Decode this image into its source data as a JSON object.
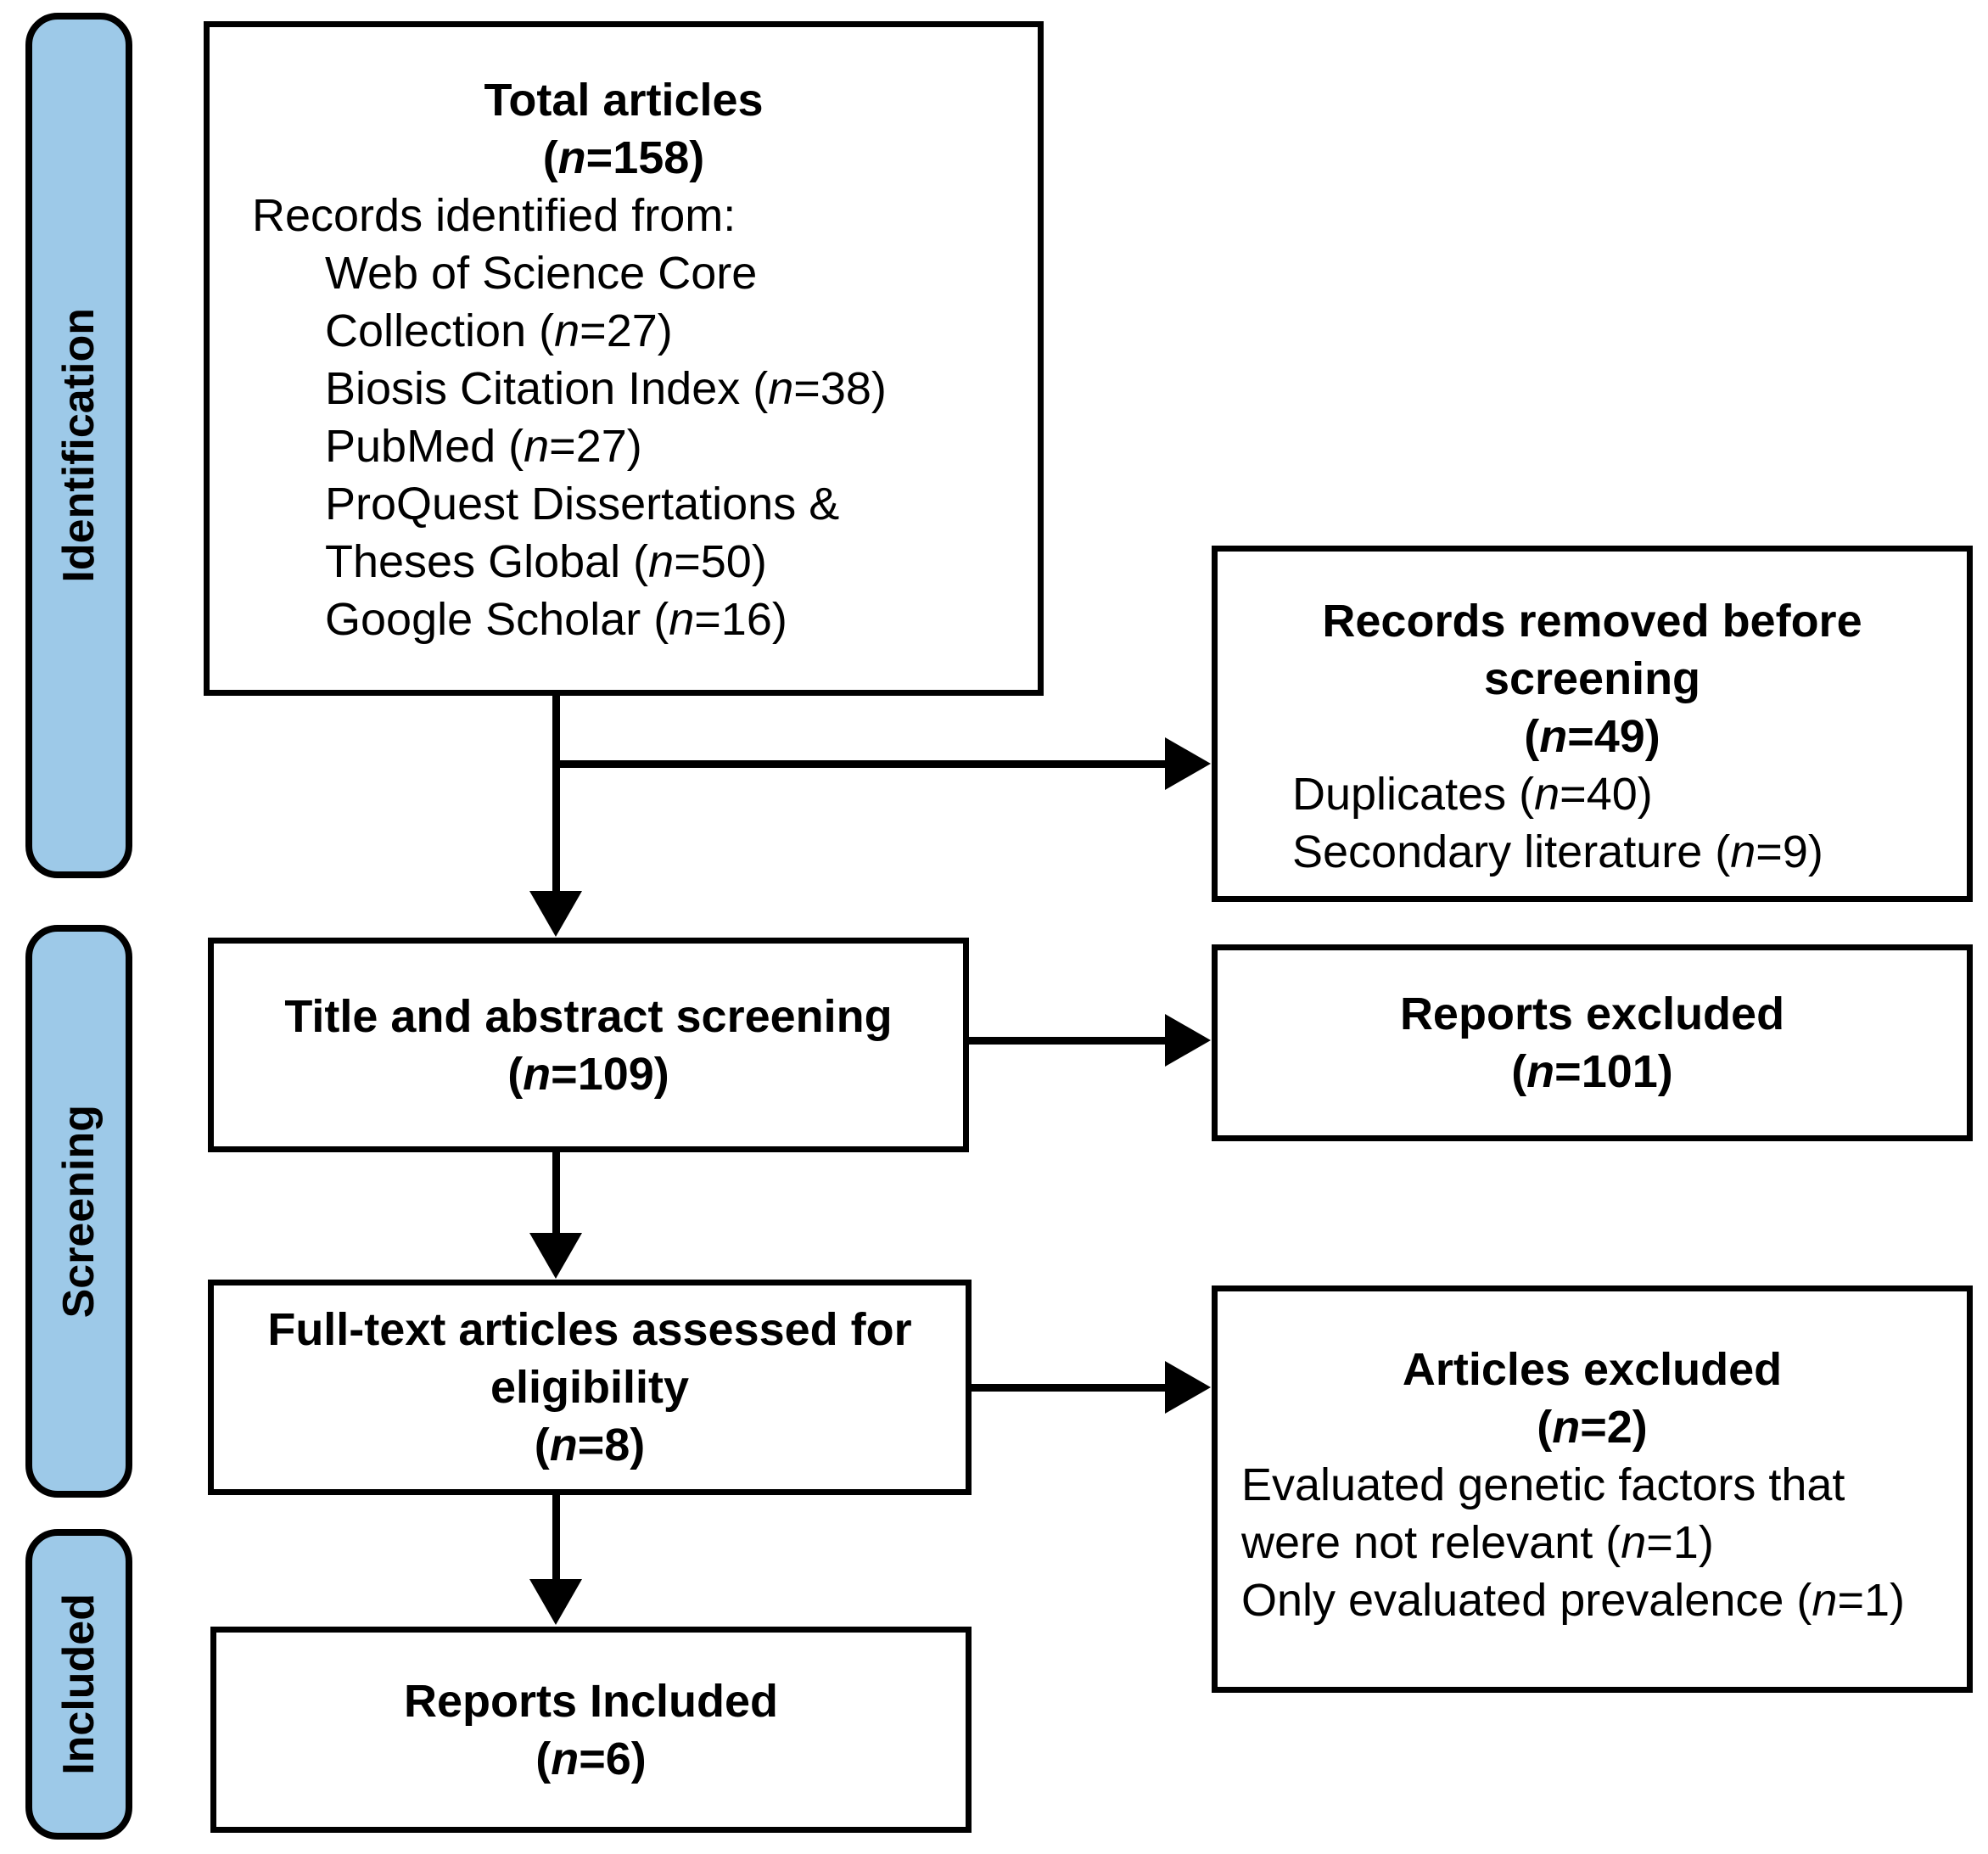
{
  "colors": {
    "stage_fill": "#9DC9E8",
    "line": "#000000",
    "background": "#FFFFFF"
  },
  "sidebar": {
    "stages": [
      {
        "label": "Identification"
      },
      {
        "label": "Screening"
      },
      {
        "label": "Included"
      }
    ]
  },
  "boxes": {
    "identification": {
      "title": "Total articles",
      "count": "(n=158)",
      "intro": "Records identified from:",
      "sources": [
        "Web of Science Core Collection (n=27)",
        "Biosis Citation Index (n=38)",
        "PubMed (n=27)",
        "ProQuest Dissertations & Theses Global (n=50)",
        "Google Scholar (n=16)"
      ]
    },
    "records_removed": {
      "title": "Records removed before screening",
      "count": "(n=49)",
      "reasons": [
        "Duplicates (n=40)",
        "Secondary literature (n=9)"
      ]
    },
    "title_abstract": {
      "title": "Title and abstract screening",
      "count": "(n=109)"
    },
    "reports_excluded": {
      "title": "Reports excluded",
      "count": "(n=101)"
    },
    "full_text": {
      "title": "Full-text articles assessed for eligibility",
      "count": "(n=8)"
    },
    "articles_excluded": {
      "title": "Articles excluded",
      "count": "(n=2)",
      "reasons": [
        "Evaluated genetic factors that were not relevant (n=1)",
        "Only evaluated prevalence (n=1)"
      ]
    },
    "reports_included": {
      "title": "Reports Included",
      "count": "(n=6)"
    }
  }
}
